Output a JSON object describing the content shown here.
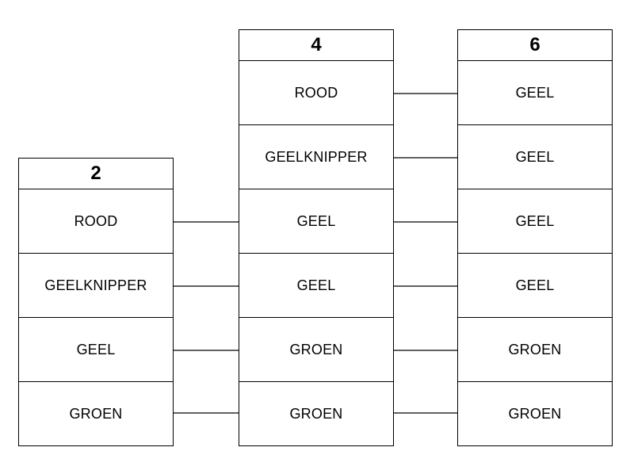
{
  "columns": [
    {
      "number": "2",
      "cells": [
        "ROOD",
        "GEELKNIPPER",
        "GEEL",
        "GROEN"
      ]
    },
    {
      "number": "4",
      "cells": [
        "ROOD",
        "GEELKNIPPER",
        "GEEL",
        "GEEL",
        "GROEN",
        "GROEN"
      ]
    },
    {
      "number": "6",
      "cells": [
        "GEEL",
        "GEEL",
        "GEEL",
        "GEEL",
        "GROEN",
        "GROEN"
      ]
    }
  ]
}
